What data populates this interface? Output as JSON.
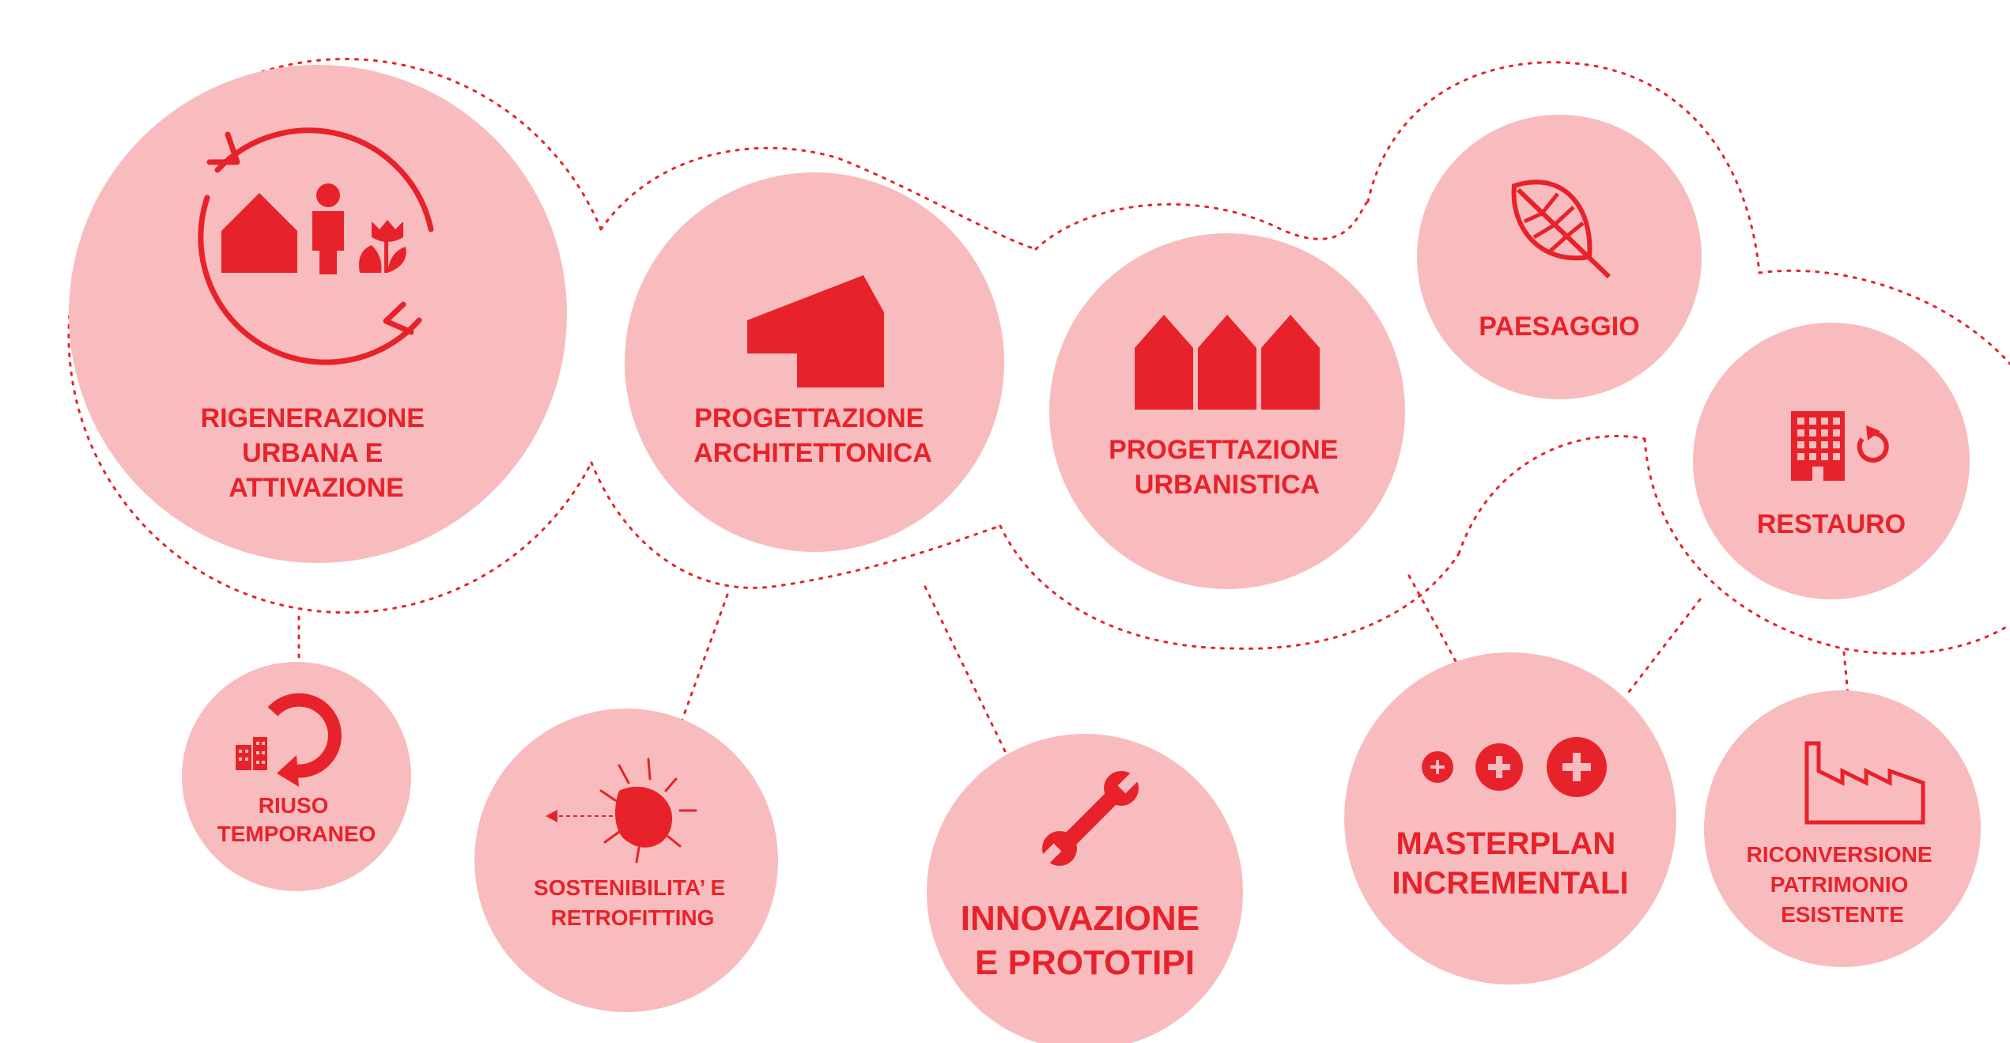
{
  "colors": {
    "accent": "#e8222a",
    "bubble": "#f8bcbe",
    "background": "#ffffff"
  },
  "nodes": {
    "rigenerazione": {
      "lines": [
        "RIGENERAZIONE",
        "URBANA E",
        "ATTIVAZIONE"
      ],
      "icon": "cycle-house-person-flower-icon"
    },
    "progettazione_arch": {
      "lines": [
        "PROGETTAZIONE",
        "ARCHITETTONICA"
      ],
      "icon": "building-icon"
    },
    "progettazione_urb": {
      "lines": [
        "PROGETTAZIONE",
        "URBANISTICA"
      ],
      "icon": "houses-icon"
    },
    "paesaggio": {
      "lines": [
        "PAESAGGIO"
      ],
      "icon": "leaf-icon"
    },
    "restauro": {
      "lines": [
        "RESTAURO"
      ],
      "icon": "building-rotate-icon"
    },
    "riuso": {
      "lines": [
        "RIUSO",
        "TEMPORANEO"
      ],
      "icon": "buildings-cycle-icon"
    },
    "sostenibilita": {
      "lines": [
        "SOSTENIBILITA’ E",
        "RETROFITTING"
      ],
      "icon": "sun-icon"
    },
    "innovazione": {
      "lines": [
        "INNOVAZIONE",
        "E PROTOTIPI"
      ],
      "icon": "wrench-icon"
    },
    "masterplan": {
      "lines": [
        "MASTERPLAN",
        "INCREMENTALI"
      ],
      "icon": "plus-icon"
    },
    "riconversione": {
      "lines": [
        "RICONVERSIONE",
        "PATRIMONIO",
        "ESISTENTE"
      ],
      "icon": "factory-icon"
    }
  }
}
